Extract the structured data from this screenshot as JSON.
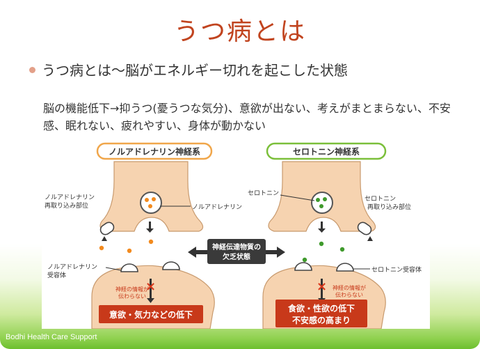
{
  "slide": {
    "title": "うつ病とは",
    "bullet": "うつ病とは～脳がエネルギー切れを起こした状態",
    "description": "脳の機能低下→抑うつ(憂うつな気分)、意欲が出ない、考えがまとまらない、不安感、眠れない、疲れやすい、身体が動かない",
    "footer": "Bodhi Health Care Support"
  },
  "diagram": {
    "left_system": "ノルアドレナリン神経系",
    "right_system": "セロトニン神経系",
    "left_reuptake_1": "ノルアドレナリン",
    "left_reuptake_2": "再取り込み部位",
    "left_transmitter": "ノルアドレナリン",
    "left_receptor_1": "ノルアドレナリン",
    "left_receptor_2": "受容体",
    "right_transmitter": "セロトニン",
    "right_reuptake_1": "セロトニン",
    "right_reuptake_2": "再取り込み部位",
    "right_receptor": "セロトニン受容体",
    "center_label_1": "神経伝達物質の",
    "center_label_2": "欠乏状態",
    "blocked_1": "神経の情報が",
    "blocked_2": "伝わらない",
    "left_result": "意欲・気力などの低下",
    "right_result_1": "食欲・性欲の低下",
    "right_result_2": "不安感の高まり",
    "colors": {
      "neuron": "#f6d3b0",
      "neuron_edge": "#c89a6e",
      "noradrenaline": "#f28a1e",
      "serotonin": "#3f9a2c",
      "result_box": "#c8391a",
      "blocked": "#d6361a"
    }
  }
}
